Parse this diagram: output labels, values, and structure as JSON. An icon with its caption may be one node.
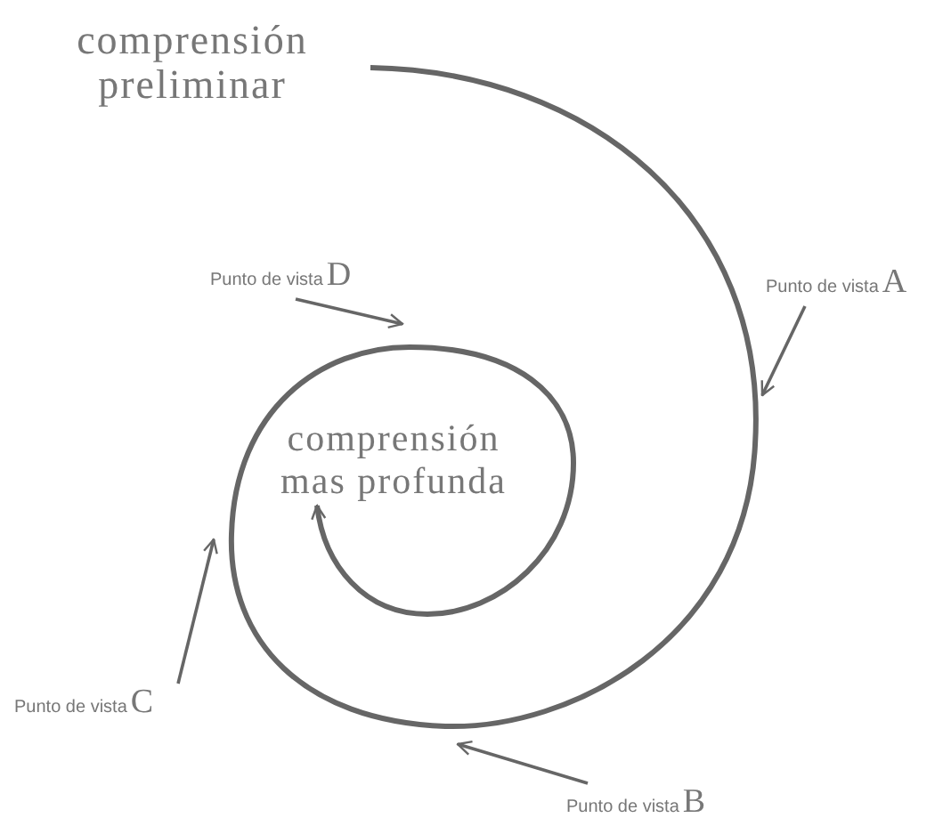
{
  "diagram": {
    "nodes": [
      {
        "text": [
          "comprensión preliminar"
        ]
      },
      {
        "text": [
          "Punto de vista",
          "A"
        ]
      },
      {
        "text": [
          "Punto de vista",
          "D"
        ]
      },
      {
        "text": [
          "comprensión mas profunda"
        ]
      },
      {
        "text": [
          "Punto de vista",
          "C"
        ]
      },
      {
        "text": [
          "Punto de vista",
          "B"
        ]
      }
    ],
    "edges": [
      {
        "from": 0,
        "to": 3,
        "arrow": "to"
      },
      {
        "from": 1,
        "to": null,
        "arrow": "to"
      },
      {
        "from": 2,
        "to": null,
        "arrow": "to"
      },
      {
        "from": 4,
        "to": null,
        "arrow": "to"
      },
      {
        "from": 5,
        "to": null,
        "arrow": "to"
      }
    ]
  }
}
